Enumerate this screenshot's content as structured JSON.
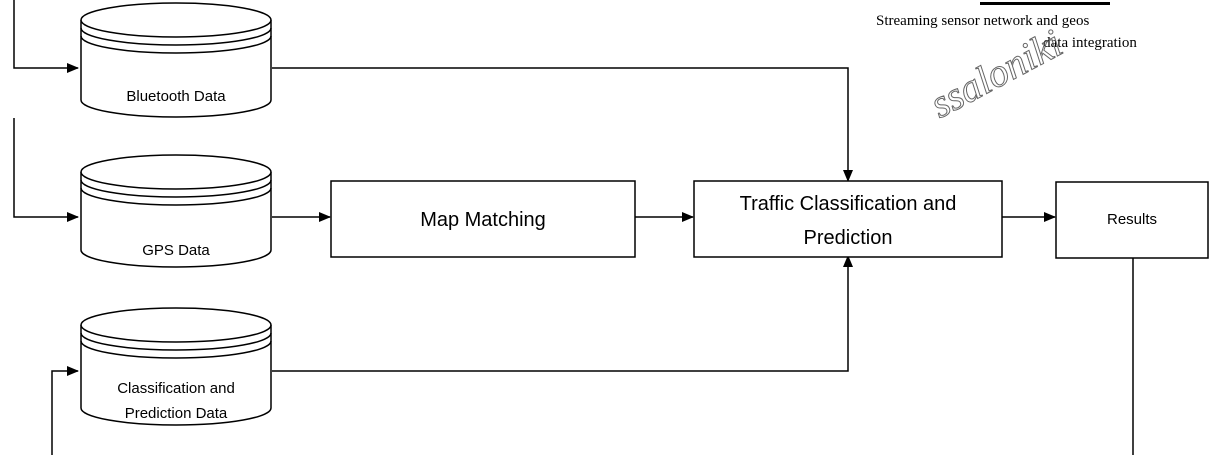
{
  "databases": {
    "bluetooth": "Bluetooth Data",
    "gps": "GPS Data",
    "classification_line1": "Classification and",
    "classification_line2": "Prediction Data"
  },
  "processes": {
    "map_matching": "Map Matching",
    "traffic_line1": "Traffic Classification and",
    "traffic_line2": "Prediction",
    "results": "Results"
  },
  "caption": {
    "line1": "Streaming sensor network and geos",
    "line2": "data integration"
  },
  "watermark": "ssaloniki",
  "colors": {
    "stroke": "#000000",
    "fill": "#ffffff",
    "text": "#000000"
  }
}
